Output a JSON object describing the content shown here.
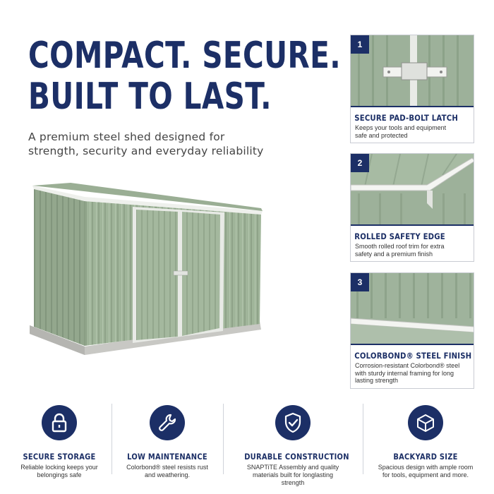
{
  "headline": {
    "line1": "COMPACT. SECURE.",
    "line2": "BUILT TO LAST."
  },
  "subheadline": {
    "line1": "A premium steel shed designed for",
    "line2": "strength, security and everyday reliability"
  },
  "shed_image": {
    "icon": "garden-shed-illustration",
    "color": "#9bb095"
  },
  "feature_cards": [
    {
      "number": "1",
      "title": "SECURE PAD-BOLT LATCH",
      "description_line1": "Keeps your tools and equipment",
      "description_line2": "safe and protected",
      "photo": "pad-bolt-latch-photo"
    },
    {
      "number": "2",
      "title": "ROLLED SAFETY EDGE",
      "description_line1": "Smooth rolled roof trim for extra",
      "description_line2": "safety and a premium finish",
      "photo": "rolled-edge-photo"
    },
    {
      "number": "3",
      "title": "COLORBOND® STEEL FINISH",
      "description_line1": "Corrosion-resistant Colorbond® steel",
      "description_line2": "with sturdy internal framing for long",
      "description_line3": "lasting strength",
      "photo": "steel-finish-photo"
    }
  ],
  "features": [
    {
      "icon": "padlock-icon",
      "title": "SECURE STORAGE",
      "description_line1": "Reliable locking keeps your",
      "description_line2": "belongings safe"
    },
    {
      "icon": "wrench-icon",
      "title": "LOW MAINTENANCE",
      "description_line1": "Colorbond® steel resists rust",
      "description_line2": "and weathering."
    },
    {
      "icon": "shield-check-icon",
      "title": "DURABLE CONSTRUCTION",
      "description_line1": "SNAPTiTE Assembly and quality",
      "description_line2": "materials built for longlasting strength"
    },
    {
      "icon": "cube-icon",
      "title": "BACKYARD SIZE",
      "description_line1": "Spacious design with ample room",
      "description_line2": "for tools, equipment and more."
    }
  ],
  "colors": {
    "brand_navy": "#1c2f66",
    "shed_green": "#9bb095"
  }
}
